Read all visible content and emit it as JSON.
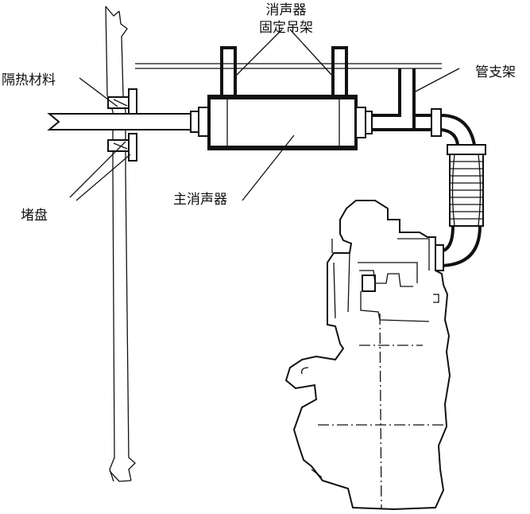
{
  "labels": {
    "muffler_hanger_line1": "消声器",
    "muffler_hanger_line2": "固定吊架",
    "insulation": "隔热材料",
    "pipe_support": "管支架",
    "main_muffler": "主消声器",
    "plug_disc": "堵盘"
  }
}
